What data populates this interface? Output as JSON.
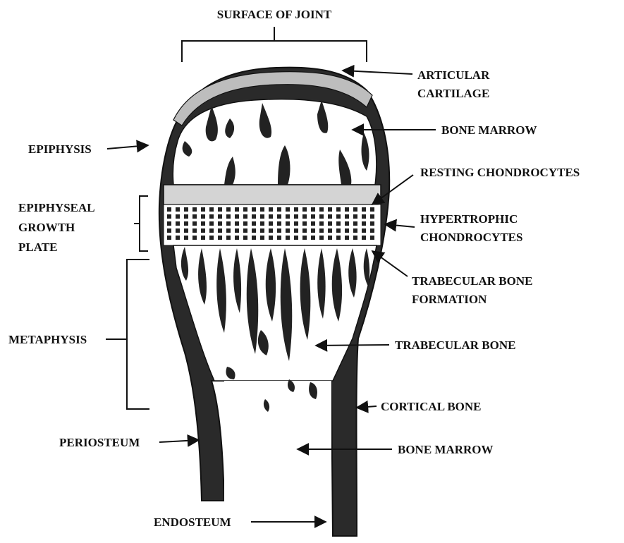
{
  "labels": {
    "surface_of_joint": "SURFACE OF JOINT",
    "articular_cartilage_1": "ARTICULAR",
    "articular_cartilage_2": "CARTILAGE",
    "bone_marrow_top": "BONE MARROW",
    "epiphysis": "EPIPHYSIS",
    "resting_chondrocytes": "RESTING CHONDROCYTES",
    "epiphyseal_plate_1": "EPIPHYSEAL",
    "epiphyseal_plate_2": "GROWTH",
    "epiphyseal_plate_3": "PLATE",
    "hypertrophic_1": "HYPERTROPHIC",
    "hypertrophic_2": "CHONDROCYTES",
    "trabecular_formation_1": "TRABECULAR BONE",
    "trabecular_formation_2": "FORMATION",
    "metaphysis": "METAPHYSIS",
    "trabecular_bone": "TRABECULAR BONE",
    "cortical_bone": "CORTICAL BONE",
    "periosteum": "PERIOSTEUM",
    "bone_marrow_bottom": "BONE MARROW",
    "endosteum": "ENDOSTEUM"
  },
  "colors": {
    "ink": "#111111",
    "bone": "#2a2a2a",
    "background": "#ffffff"
  }
}
